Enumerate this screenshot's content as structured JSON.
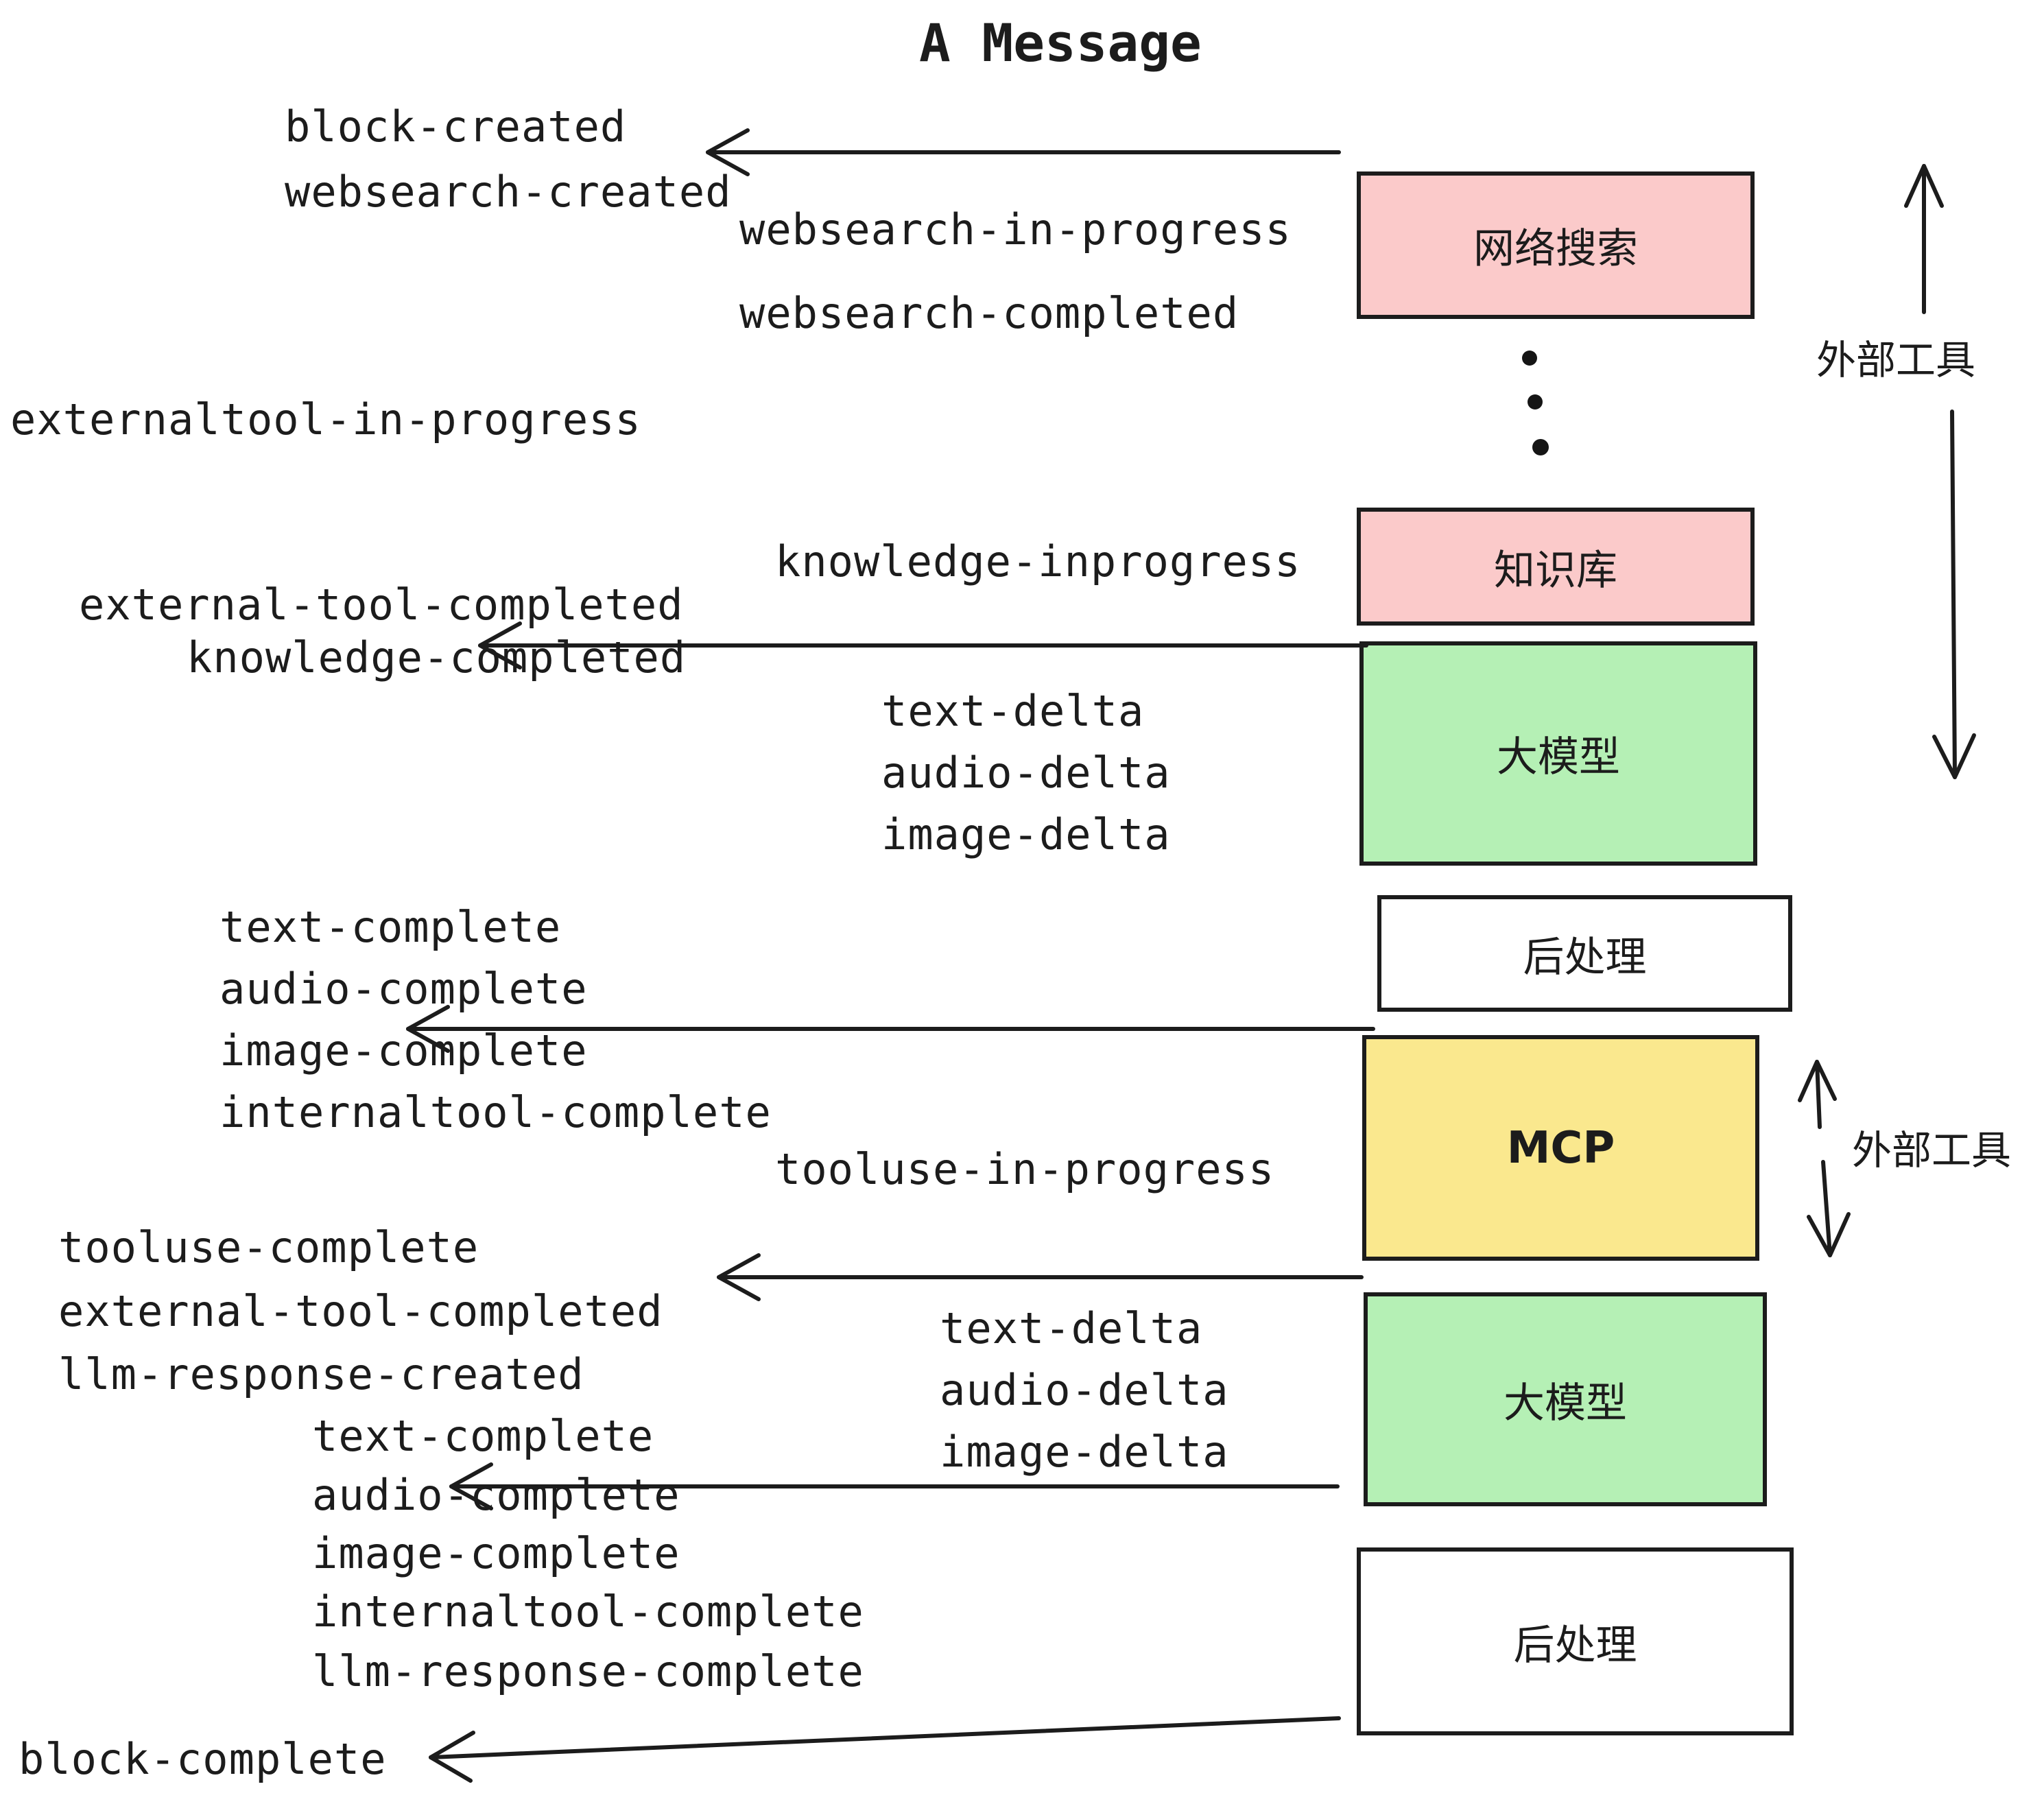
{
  "title": "A Message",
  "events": {
    "block_created": "block-created",
    "websearch_created": "websearch-created",
    "websearch_in_progress": "websearch-in-progress",
    "websearch_completed": "websearch-completed",
    "externaltool_in_progress": "externaltool-in-progress",
    "external_tool_completed_1": "external-tool-completed",
    "knowledge_completed": "knowledge-completed",
    "knowledge_inprogress": "knowledge-inprogress",
    "text_delta_1": "text-delta",
    "audio_delta_1": "audio-delta",
    "image_delta_1": "image-delta",
    "text_complete_1": "text-complete",
    "audio_complete_1": "audio-complete",
    "image_complete_1": "image-complete",
    "internaltool_complete_1": "internaltool-complete",
    "tooluse_in_progress": "tooluse-in-progress",
    "tooluse_complete": "tooluse-complete",
    "external_tool_completed_2": "external-tool-completed",
    "llm_response_created": "llm-response-created",
    "text_complete_2": "text-complete",
    "audio_complete_2": "audio-complete",
    "image_complete_2": "image-complete",
    "internaltool_complete_2": "internaltool-complete",
    "llm_response_complete": "llm-response-complete",
    "block_complete": "block-complete",
    "text_delta_2": "text-delta",
    "audio_delta_2": "audio-delta",
    "image_delta_2": "image-delta"
  },
  "boxes": {
    "websearch": {
      "label": "网络搜索",
      "color": "#fbcaca"
    },
    "knowledge": {
      "label": "知识库",
      "color": "#fbcaca"
    },
    "llm1": {
      "label": "大模型",
      "color": "#b5f0b5"
    },
    "post1": {
      "label": "后处理",
      "color": "#ffffff"
    },
    "mcp": {
      "label": "MCP",
      "color": "#fae88e"
    },
    "llm2": {
      "label": "大模型",
      "color": "#b5f0b5"
    },
    "post2": {
      "label": "后处理",
      "color": "#ffffff"
    }
  },
  "annotations": {
    "external_tools_1": "外部工具",
    "external_tools_2": "外部工具"
  },
  "icons": {
    "vertical_ellipsis": "vertical-ellipsis-dots",
    "left_arrows": "left-pointing-arrows",
    "up_down_arrows": "up-and-down-arrows"
  },
  "colors": {
    "pink": "#fbcaca",
    "green": "#b5f0b5",
    "yellow": "#fae88e",
    "white": "#ffffff",
    "border": "#1c1c1c",
    "text": "#1c1c1c",
    "background": "#ffffff"
  }
}
